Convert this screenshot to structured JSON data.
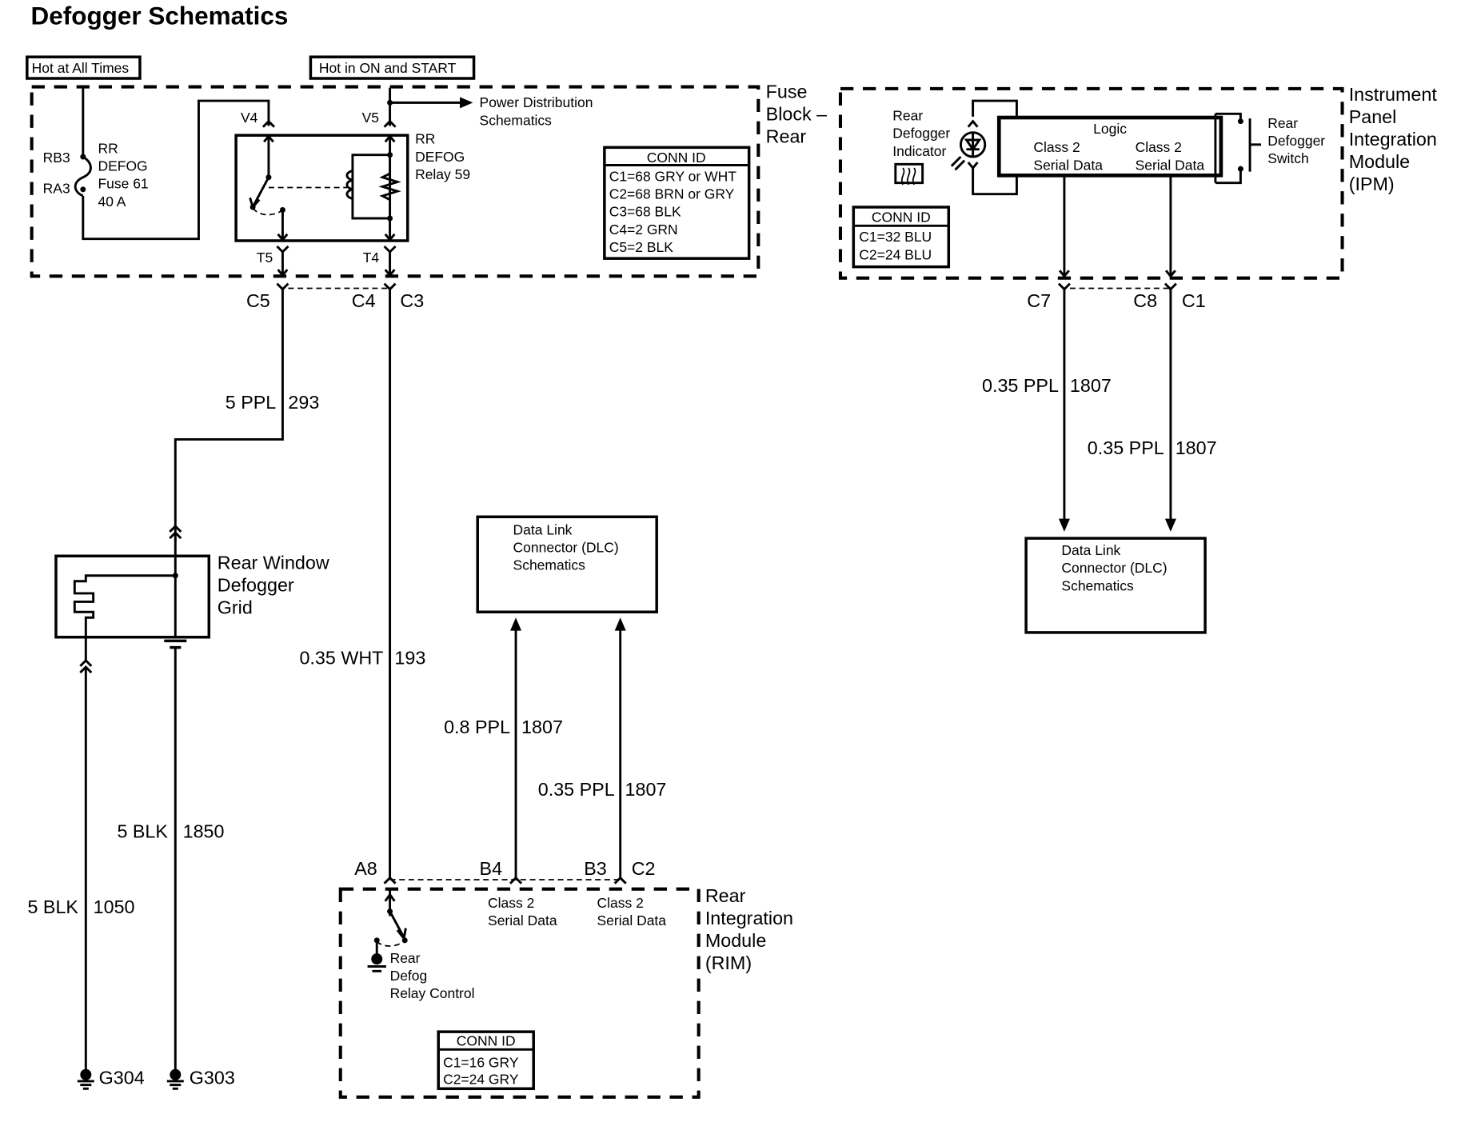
{
  "title": "Defogger Schematics",
  "power_labels": {
    "hot_at_all_times": "Hot at All Times",
    "hot_in_on_start": "Hot in ON and START"
  },
  "fuse_block": {
    "name_lines": [
      "Fuse",
      "Block –",
      "Rear"
    ],
    "fuse": {
      "pins": [
        "RB3",
        "RA3"
      ],
      "label_lines": [
        "RR",
        "DEFOG",
        "Fuse 61",
        "40 A"
      ]
    },
    "relay": {
      "label_lines": [
        "RR",
        "DEFOG",
        "Relay 59"
      ],
      "pins_top": [
        "V4",
        "V5"
      ],
      "pins_bottom": [
        "T5",
        "T4"
      ]
    },
    "power_distribution_ref": [
      "Power Distribution",
      "Schematics"
    ],
    "conn_id": {
      "header": "CONN ID",
      "rows": [
        "C1=68 GRY or WHT",
        "C2=68 BRN or GRY",
        "C3=68 BLK",
        "C4=2 GRN",
        "C5=2 BLK"
      ]
    },
    "connectors": [
      "C5",
      "C4",
      "C3"
    ]
  },
  "ipm": {
    "name_lines": [
      "Instrument",
      "Panel",
      "Integration",
      "Module",
      "(IPM)"
    ],
    "indicator_lines": [
      "Rear",
      "Defogger",
      "Indicator"
    ],
    "switch_lines": [
      "Rear",
      "Defogger",
      "Switch"
    ],
    "logic": {
      "title": "Logic",
      "left_lines": [
        "Class 2",
        "Serial Data"
      ],
      "right_lines": [
        "Class 2",
        "Serial Data"
      ]
    },
    "conn_id": {
      "header": "CONN ID",
      "rows": [
        "C1=32 BLU",
        "C2=24 BLU"
      ]
    },
    "connectors": [
      "C7",
      "C8",
      "C1"
    ]
  },
  "wires": {
    "ppl_293": {
      "size_color": "5 PPL",
      "circuit": "293"
    },
    "wht_193": {
      "size_color": "0.35 WHT",
      "circuit": "193"
    },
    "ppl_1807_rim_b4": {
      "size_color": "0.8 PPL",
      "circuit": "1807"
    },
    "ppl_1807_rim_b3": {
      "size_color": "0.35 PPL",
      "circuit": "1807"
    },
    "ppl_1807_ipm_c7": {
      "size_color": "0.35 PPL",
      "circuit": "1807"
    },
    "ppl_1807_ipm_c1": {
      "size_color": "0.35 PPL",
      "circuit": "1807"
    },
    "blk_1850": {
      "size_color": "5 BLK",
      "circuit": "1850"
    },
    "blk_1050": {
      "size_color": "5 BLK",
      "circuit": "1050"
    }
  },
  "grid": {
    "name_lines": [
      "Rear Window",
      "Defogger",
      "Grid"
    ]
  },
  "dlc_center": {
    "lines": [
      "Data Link",
      "Connector (DLC)",
      "Schematics"
    ]
  },
  "dlc_right": {
    "lines": [
      "Data Link",
      "Connector (DLC)",
      "Schematics"
    ]
  },
  "rim": {
    "name_lines": [
      "Rear",
      "Integration",
      "Module",
      "(RIM)"
    ],
    "pins": [
      "A8",
      "B4",
      "B3",
      "C2"
    ],
    "serial_left": [
      "Class 2",
      "Serial Data"
    ],
    "serial_right": [
      "Class 2",
      "Serial Data"
    ],
    "relay_control_lines": [
      "Rear",
      "Defog",
      "Relay Control"
    ],
    "conn_id": {
      "header": "CONN ID",
      "rows": [
        "C1=16 GRY",
        "C2=24 GRY"
      ]
    }
  },
  "grounds": [
    "G304",
    "G303"
  ]
}
